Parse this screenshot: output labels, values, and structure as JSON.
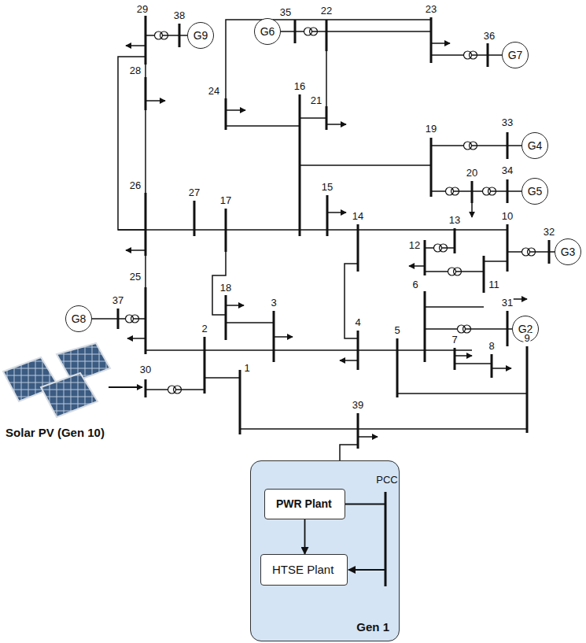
{
  "diagram": {
    "nodes": [
      {
        "text": [
          "G9"
        ]
      },
      {
        "text": [
          "G6"
        ]
      },
      {
        "text": [
          "G7"
        ]
      },
      {
        "text": [
          "G4"
        ]
      },
      {
        "text": [
          "G5"
        ]
      },
      {
        "text": [
          "G3"
        ]
      },
      {
        "text": [
          "G2"
        ]
      },
      {
        "text": [
          "G8"
        ]
      },
      {
        "text": [
          "Gen 1"
        ]
      },
      {
        "text": [
          "PWR Plant"
        ],
        "in": 8
      },
      {
        "text": [
          "HTSE Plant"
        ],
        "in": 8
      }
    ],
    "edges": [
      {
        "from": 9,
        "to": 10,
        "arrow": "to"
      },
      {
        "from": 9,
        "to": 10,
        "arrow": "to"
      }
    ],
    "labels": [
      "23",
      "29",
      "38",
      "35",
      "22",
      "36",
      "24",
      "28",
      "21",
      "16",
      "19",
      "33",
      "20",
      "34",
      "26",
      "27",
      "17",
      "15",
      "14",
      "13",
      "10",
      "12",
      "32",
      "11",
      "6",
      "31",
      "25",
      "18",
      "3",
      "37",
      "2",
      "4",
      "5",
      "7",
      "8",
      "9",
      "30",
      "1",
      "39",
      "Solar PV (Gen 10)",
      "PCC"
    ]
  }
}
